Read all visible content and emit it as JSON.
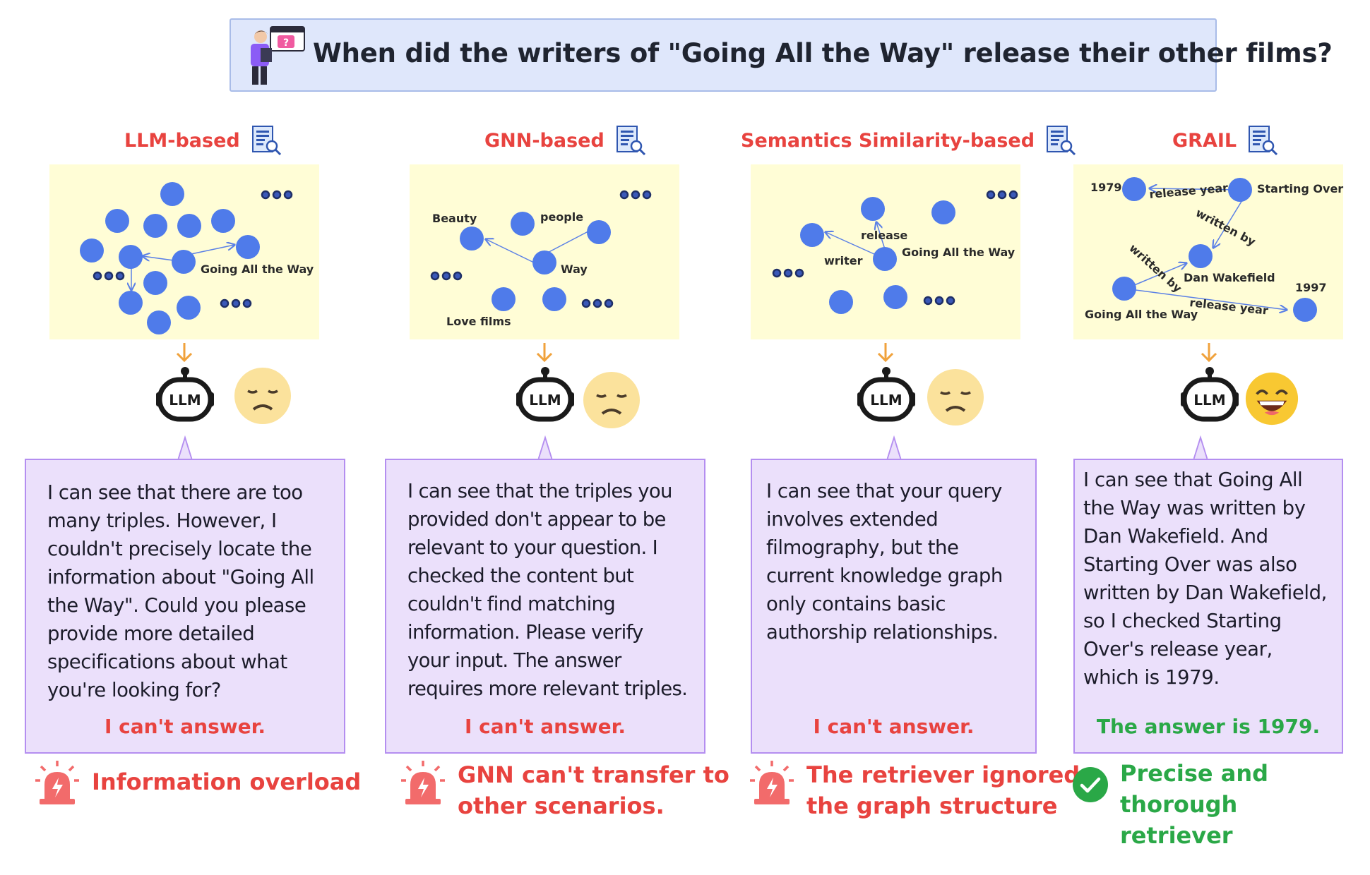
{
  "question": "When did the writers of \"Going All the Way\" release their other films?",
  "colors": {
    "accent_red": "#e8433f",
    "accent_green": "#2aa847",
    "node_blue": "#4f7bea",
    "panel_yellow": "#fffdd6",
    "bubble_purple": "#ebe0fb"
  },
  "methods": [
    {
      "title": "LLM-based",
      "graph_labels": [
        "Going All the Way"
      ],
      "response": [
        "I can see that there are too",
        "many triples. However, I",
        "couldn't precisely locate the",
        "information about \"Going All",
        "the Way\". Could you please",
        "provide more detailed",
        "specifications about what",
        "you're looking for?"
      ],
      "verdict": "I can't answer.",
      "emoji": "sad-face",
      "footer": [
        "Information overload"
      ],
      "footer_icon": "alarm-icon"
    },
    {
      "title": "GNN-based",
      "graph_labels": [
        "Beauty",
        "people",
        "Way",
        "Love films"
      ],
      "response": [
        "I can see that the triples you",
        "provided don't appear to be",
        "relevant to your question. I",
        "checked the content but",
        "couldn't find matching",
        "information. Please verify",
        "your input. The answer",
        "requires more relevant triples."
      ],
      "verdict": "I can't answer.",
      "emoji": "sad-face",
      "footer": [
        "GNN can't transfer to",
        "other scenarios."
      ],
      "footer_icon": "alarm-icon"
    },
    {
      "title": "Semantics Similarity-based",
      "graph_labels": [
        "release",
        "writer",
        "Going All the Way"
      ],
      "response": [
        "I can see that your query",
        "involves extended",
        "filmography, but the",
        "current knowledge graph",
        "only contains basic",
        "authorship relationships."
      ],
      "verdict": "I can't answer.",
      "emoji": "sad-face",
      "footer": [
        "The retriever ignored",
        "the graph structure"
      ],
      "footer_icon": "alarm-icon"
    },
    {
      "title": "GRAIL",
      "graph_labels": [
        "1979",
        "release year",
        "Starting Over",
        "written by",
        "written by",
        "Dan Wakefield",
        "1997",
        "release year",
        "Going All the Way"
      ],
      "response": [
        "I can see that Going All",
        "the Way was written by",
        "Dan Wakefield. And",
        "Starting Over was also",
        "written by Dan Wakefield,",
        "so I checked Starting",
        "Over's release year,",
        "which is 1979."
      ],
      "verdict": "The answer is 1979.",
      "emoji": "happy-face",
      "footer": [
        "Precise and thorough",
        "retriever"
      ],
      "footer_icon": "check-icon"
    }
  ],
  "robot_label": "LLM"
}
